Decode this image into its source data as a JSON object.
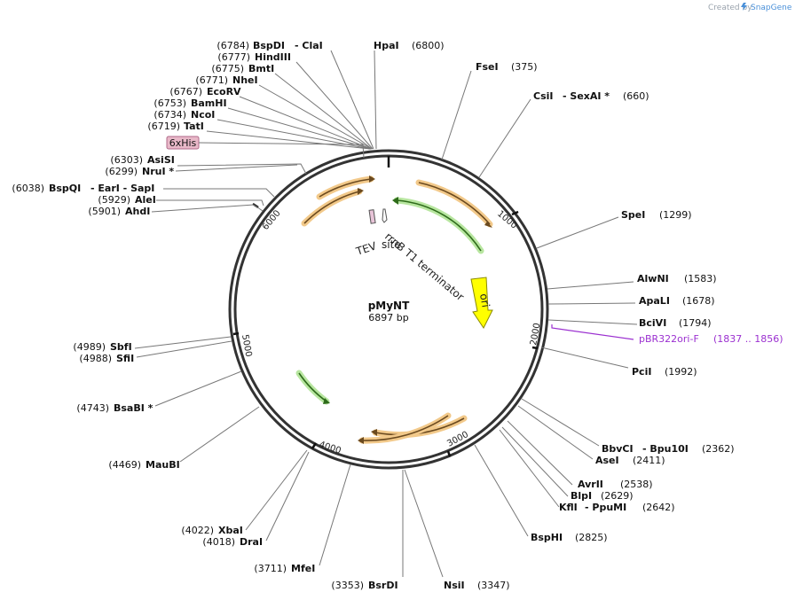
{
  "credit": {
    "prefix": "Created by",
    "brand": "SnapGene"
  },
  "plasmid": {
    "name": "pMyNT",
    "size": "6897 bp"
  },
  "ticks": [
    "1000",
    "2000",
    "3000",
    "4000",
    "5000",
    "6000"
  ],
  "features": {
    "rrnb": "rrnB T1 terminator",
    "ori": "ori",
    "tev_line1": "TEV",
    "tev_line2": "site",
    "his": "6xHis"
  },
  "primer": {
    "name": "pBR322ori-F",
    "range": "(1837 .. 1856)"
  },
  "sites": [
    {
      "name": "BspDI",
      "extra": "- ClaI",
      "pos": "(6784)"
    },
    {
      "name": "HindIII",
      "extra": "",
      "pos": "(6777)"
    },
    {
      "name": "BmtI",
      "extra": "",
      "pos": "(6775)"
    },
    {
      "name": "NheI",
      "extra": "",
      "pos": "(6771)"
    },
    {
      "name": "EcoRV",
      "extra": "",
      "pos": "(6767)"
    },
    {
      "name": "BamHI",
      "extra": "",
      "pos": "(6753)"
    },
    {
      "name": "NcoI",
      "extra": "",
      "pos": "(6734)"
    },
    {
      "name": "TatI",
      "extra": "",
      "pos": "(6719)"
    },
    {
      "name": "AsiSI",
      "extra": "",
      "pos": "(6303)"
    },
    {
      "name": "NruI *",
      "extra": "",
      "pos": "(6299)"
    },
    {
      "name": "BspQI",
      "extra": "- EarI - SapI",
      "pos": "(6038)"
    },
    {
      "name": "AleI",
      "extra": "",
      "pos": "(5929)"
    },
    {
      "name": "AhdI",
      "extra": "",
      "pos": "(5901)"
    },
    {
      "name": "SbfI",
      "extra": "",
      "pos": "(4989)"
    },
    {
      "name": "SfiI",
      "extra": "",
      "pos": "(4988)"
    },
    {
      "name": "BsaBI *",
      "extra": "",
      "pos": "(4743)"
    },
    {
      "name": "MauBI",
      "extra": "",
      "pos": "(4469)"
    },
    {
      "name": "XbaI",
      "extra": "",
      "pos": "(4022)"
    },
    {
      "name": "DraI",
      "extra": "",
      "pos": "(4018)"
    },
    {
      "name": "MfeI",
      "extra": "",
      "pos": "(3711)"
    },
    {
      "name": "BsrDI",
      "extra": "",
      "pos": "(3353)"
    },
    {
      "name": "NsiI",
      "extra": "",
      "pos": "(3347)"
    },
    {
      "name": "HpaI",
      "extra": "",
      "pos": "(6800)"
    },
    {
      "name": "FseI",
      "extra": "",
      "pos": "(375)"
    },
    {
      "name": "CsiI",
      "extra": "- SexAI *",
      "pos": "(660)"
    },
    {
      "name": "SpeI",
      "extra": "",
      "pos": "(1299)"
    },
    {
      "name": "AlwNI",
      "extra": "",
      "pos": "(1583)"
    },
    {
      "name": "ApaLI",
      "extra": "",
      "pos": "(1678)"
    },
    {
      "name": "BciVI",
      "extra": "",
      "pos": "(1794)"
    },
    {
      "name": "PciI",
      "extra": "",
      "pos": "(1992)"
    },
    {
      "name": "BbvCI",
      "extra": "- Bpu10I",
      "pos": "(2362)"
    },
    {
      "name": "AseI",
      "extra": "",
      "pos": "(2411)"
    },
    {
      "name": "AvrII",
      "extra": "",
      "pos": "(2538)"
    },
    {
      "name": "BlpI",
      "extra": "",
      "pos": "(2629)"
    },
    {
      "name": "KflI",
      "extra": "- PpuMI",
      "pos": "(2642)"
    },
    {
      "name": "BspHI",
      "extra": "",
      "pos": "(2825)"
    }
  ]
}
